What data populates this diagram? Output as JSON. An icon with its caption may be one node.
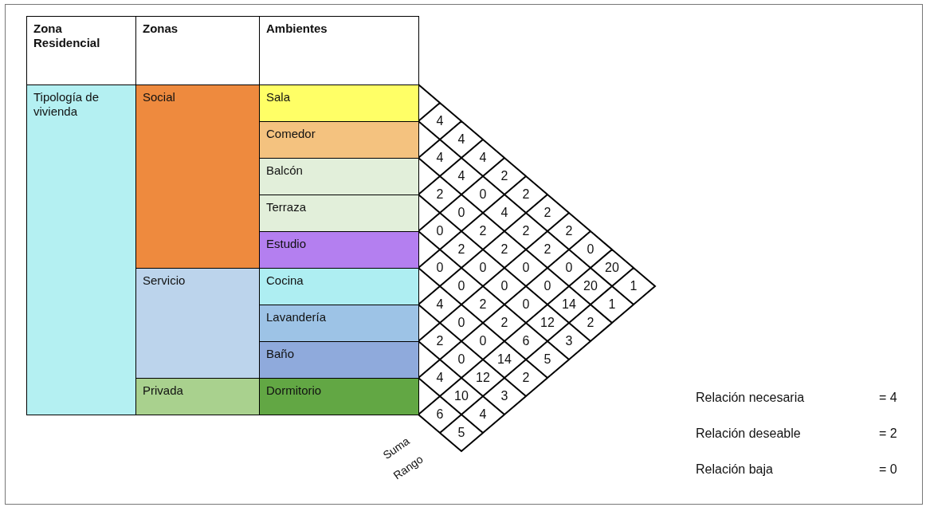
{
  "diagram": {
    "nodes": [
      {
        "text": [
          "Zona Residencial"
        ]
      },
      {
        "text": [
          "Zonas"
        ]
      },
      {
        "text": [
          "Ambientes"
        ]
      },
      {
        "text": [
          "Tipología de vivienda"
        ]
      },
      {
        "text": [
          "Social"
        ]
      },
      {
        "text": [
          "Sala"
        ]
      },
      {
        "text": [
          "Comedor"
        ]
      },
      {
        "text": [
          "Balcón"
        ]
      },
      {
        "text": [
          "Terraza"
        ]
      },
      {
        "text": [
          "Estudio"
        ]
      },
      {
        "text": [
          "Servicio"
        ]
      },
      {
        "text": [
          "Cocina"
        ]
      },
      {
        "text": [
          "Lavandería"
        ]
      },
      {
        "text": [
          "Baño"
        ]
      },
      {
        "text": [
          "Privada"
        ]
      },
      {
        "text": [
          "Dormitorio"
        ]
      }
    ],
    "labels": [
      "4",
      "4",
      "4",
      "4",
      "4",
      "2",
      "2",
      "0",
      "2",
      "0",
      "4",
      "2",
      "0",
      "2",
      "2",
      "2",
      "2",
      "2",
      "2",
      "0",
      "0",
      "0",
      "0",
      "0",
      "20",
      "0",
      "0",
      "0",
      "20",
      "1",
      "4",
      "2",
      "0",
      "14",
      "1",
      "0",
      "2",
      "12",
      "2",
      "2",
      "0",
      "6",
      "3",
      "0",
      "14",
      "5",
      "4",
      "12",
      "2",
      "10",
      "3",
      "6",
      "4",
      "5",
      "Suma",
      "Rango",
      "Relación necesaria",
      "= 4",
      "Relación deseable",
      "= 2",
      "Relación baja",
      "= 0"
    ]
  }
}
